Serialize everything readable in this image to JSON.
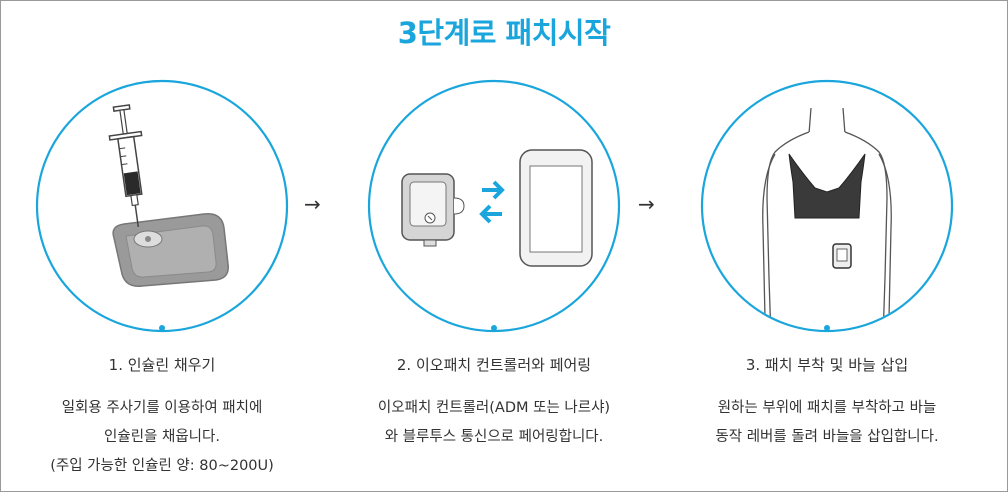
{
  "title": "3단계로 패치시작",
  "arrow_glyph": "→",
  "steps": [
    {
      "title": "1. 인슐린 채우기",
      "desc": [
        "일회용 주사기를 이용하여 패치에",
        "인슐린을 채웁니다.",
        "(주입 가능한 인슐린 양: 80~200U)"
      ]
    },
    {
      "title": "2. 이오패치 컨트롤러와 페어링",
      "desc": [
        "이오패치 컨트롤러(ADM 또는 나르샤)",
        "와 블루투스 통신으로 페어링합니다."
      ]
    },
    {
      "title": "3. 패치 부착 및 바늘 삽입",
      "desc": [
        "원하는 부위에 패치를 부착하고 바늘",
        "동작 레버를 돌려 바늘을 삽입합니다."
      ]
    }
  ],
  "colors": {
    "accent": "#1aa6dc",
    "text": "#333333"
  }
}
